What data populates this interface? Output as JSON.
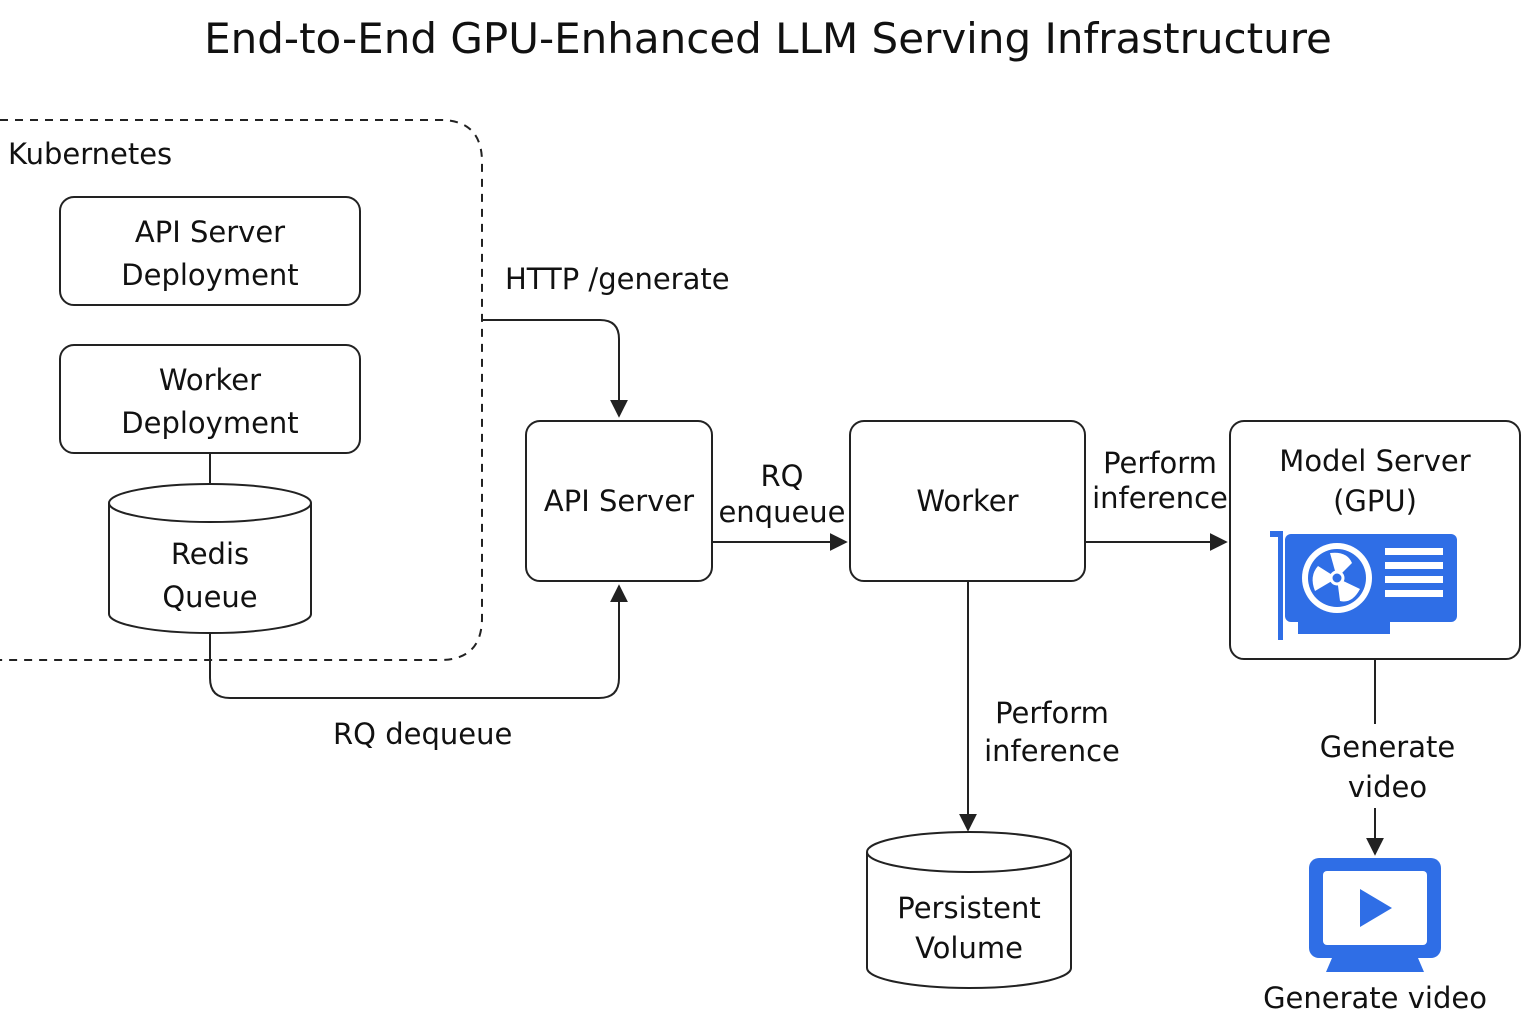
{
  "title": "End-to-End GPU-Enhanced LLM Serving Infrastructure",
  "kubernetes": {
    "label": "Kubernetes",
    "api_deployment": [
      "API Server",
      "Deployment"
    ],
    "worker_deployment": [
      "Worker",
      "Deployment"
    ],
    "redis": [
      "Redis",
      "Queue"
    ]
  },
  "nodes": {
    "api_server": "API Server",
    "worker": "Worker",
    "model_server": [
      "Model Server",
      "(GPU)"
    ],
    "persistent_volume": [
      "Persistent",
      "Volume"
    ]
  },
  "edges": {
    "http_generate": "HTTP /generate",
    "rq_enqueue": [
      "RQ",
      "enqueue"
    ],
    "rq_dequeue": "RQ dequeue",
    "perform_inference_right": [
      "Perform",
      "inference"
    ],
    "perform_inference_down": [
      "Perform",
      "inference"
    ],
    "generate_video_edge": [
      "Generate",
      "video"
    ],
    "generate_video_label": "Generate video"
  },
  "icons": {
    "gpu": "gpu-card-icon",
    "video": "video-play-icon"
  },
  "colors": {
    "accent": "#2f6ee6",
    "stroke": "#222222"
  }
}
